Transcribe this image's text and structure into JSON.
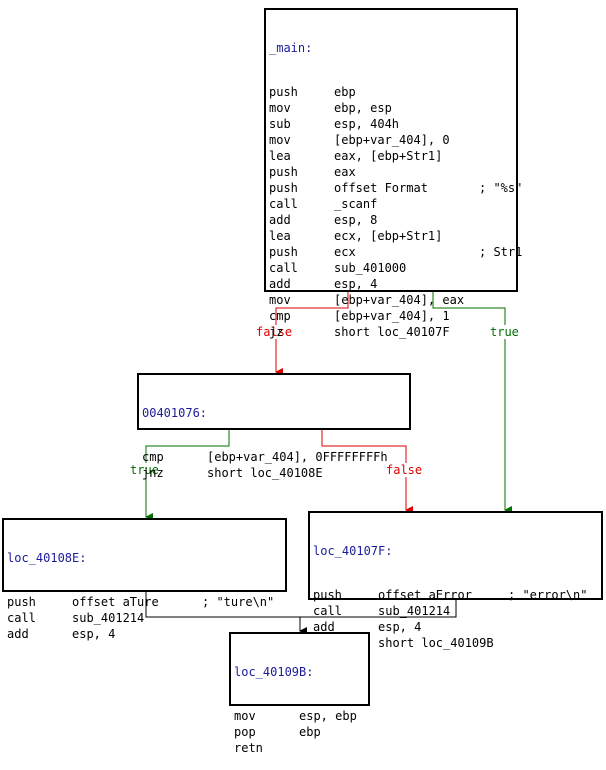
{
  "colors": {
    "text": "#000000",
    "label": "#1c1c9a",
    "false_edge": "#e00000",
    "true_edge": "#007000",
    "plain_edge": "#000000"
  },
  "blocks": {
    "main": {
      "label": "_main:",
      "lines": [
        {
          "mn": "push",
          "op": "ebp",
          "cm": ""
        },
        {
          "mn": "mov",
          "op": "ebp, esp",
          "cm": ""
        },
        {
          "mn": "sub",
          "op": "esp, 404h",
          "cm": ""
        },
        {
          "mn": "mov",
          "op": "[ebp+var_404], 0",
          "cm": ""
        },
        {
          "mn": "lea",
          "op": "eax, [ebp+Str1]",
          "cm": ""
        },
        {
          "mn": "push",
          "op": "eax",
          "cm": ""
        },
        {
          "mn": "push",
          "op": "offset Format",
          "cm": "; \"%s\""
        },
        {
          "mn": "call",
          "op": "_scanf",
          "cm": ""
        },
        {
          "mn": "add",
          "op": "esp, 8",
          "cm": ""
        },
        {
          "mn": "lea",
          "op": "ecx, [ebp+Str1]",
          "cm": ""
        },
        {
          "mn": "push",
          "op": "ecx",
          "cm": "; Str1"
        },
        {
          "mn": "call",
          "op": "sub_401000",
          "cm": ""
        },
        {
          "mn": "add",
          "op": "esp, 4",
          "cm": ""
        },
        {
          "mn": "mov",
          "op": "[ebp+var_404], eax",
          "cm": ""
        },
        {
          "mn": "cmp",
          "op": "[ebp+var_404], 1",
          "cm": ""
        },
        {
          "mn": "jz",
          "op": "short loc_40107F",
          "cm": ""
        }
      ]
    },
    "b401076": {
      "label": "00401076:",
      "lines": [
        {
          "mn": "cmp",
          "op": "[ebp+var_404], 0FFFFFFFFh",
          "cm": ""
        },
        {
          "mn": "jnz",
          "op": "short loc_40108E",
          "cm": ""
        }
      ]
    },
    "b40108E": {
      "label": "loc_40108E:",
      "lines": [
        {
          "mn": "push",
          "op": "offset aTure",
          "cm": "; \"ture\\n\""
        },
        {
          "mn": "call",
          "op": "sub_401214",
          "cm": ""
        },
        {
          "mn": "add",
          "op": "esp, 4",
          "cm": ""
        }
      ]
    },
    "b40107F": {
      "label": "loc_40107F:",
      "lines": [
        {
          "mn": "push",
          "op": "offset aError",
          "cm": "; \"error\\n\""
        },
        {
          "mn": "call",
          "op": "sub_401214",
          "cm": ""
        },
        {
          "mn": "add",
          "op": "esp, 4",
          "cm": ""
        },
        {
          "mn": "jmp",
          "op": "short loc_40109B",
          "cm": ""
        }
      ]
    },
    "b40109B": {
      "label": "loc_40109B:",
      "lines": [
        {
          "mn": "mov",
          "op": "esp, ebp",
          "cm": ""
        },
        {
          "mn": "pop",
          "op": "ebp",
          "cm": ""
        },
        {
          "mn": "retn",
          "op": "",
          "cm": ""
        }
      ]
    }
  },
  "edges": {
    "main_false": "false",
    "main_true": "true",
    "b401076_true": "true",
    "b401076_false": "false"
  }
}
